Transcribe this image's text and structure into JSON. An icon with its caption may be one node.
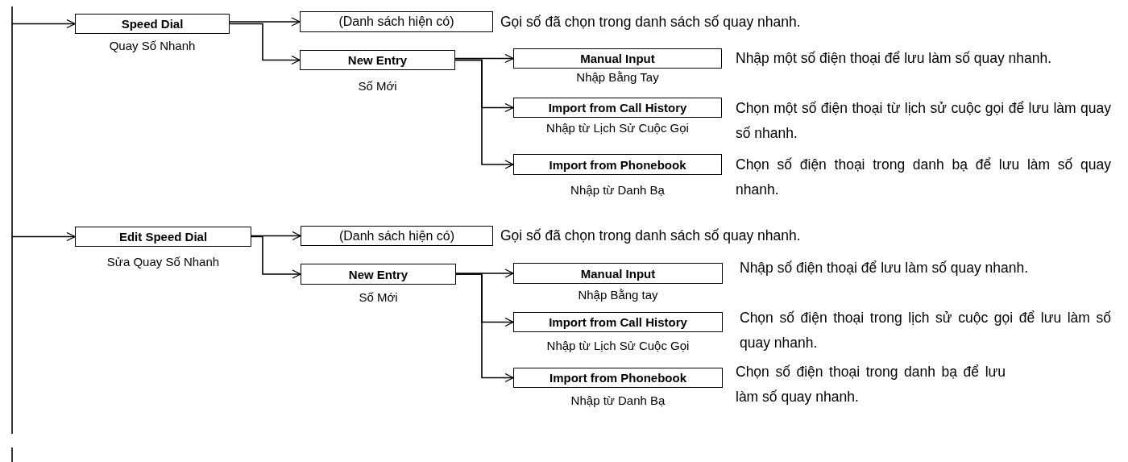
{
  "diagram": {
    "nodes": [
      {
        "text": [
          "Speed Dial"
        ],
        "beside": [
          "Quay Số Nhanh"
        ]
      },
      {
        "text": [
          "(Danh sách hiện có)"
        ],
        "beside": [
          "Gọi số đã chọn trong danh sách số quay nhanh."
        ]
      },
      {
        "text": [
          "New Entry"
        ],
        "beside": [
          "Số Mới"
        ]
      },
      {
        "text": [
          "Manual Input"
        ],
        "beside": [
          "Nhập Bằng Tay",
          "Nhập một số điện thoại để lưu làm số quay nhanh."
        ]
      },
      {
        "text": [
          "Import from Call History"
        ],
        "beside": [
          "Nhập từ Lịch Sử Cuộc Gọi",
          "Chọn một số điện thoại từ lịch sử cuộc gọi để lưu làm quay số nhanh."
        ]
      },
      {
        "text": [
          "Import from Phonebook"
        ],
        "beside": [
          "Nhập từ Danh Bạ",
          "Chọn số điện thoại trong danh bạ để lưu làm số quay nhanh."
        ]
      },
      {
        "text": [
          "Edit Speed Dial"
        ],
        "beside": [
          "Sửa Quay Số Nhanh"
        ]
      },
      {
        "text": [
          "(Danh sách hiện có)"
        ],
        "beside": [
          "Gọi số đã chọn trong danh sách số quay nhanh."
        ]
      },
      {
        "text": [
          "New Entry"
        ],
        "beside": [
          "Số Mới"
        ]
      },
      {
        "text": [
          "Manual Input"
        ],
        "beside": [
          "Nhập Bằng tay",
          "Nhập số điện thoại để lưu làm số quay nhanh."
        ]
      },
      {
        "text": [
          "Import from Call History"
        ],
        "beside": [
          "Nhập từ Lịch Sử Cuộc Gọi",
          "Chọn số điện thoại trong lịch sử cuộc gọi để lưu làm số quay nhanh."
        ]
      },
      {
        "text": [
          "Import from Phonebook"
        ],
        "beside": [
          "Nhập từ Danh Bạ",
          "Chọn số điện thoại trong danh bạ để lưu làm số quay nhanh."
        ]
      }
    ],
    "edges": [
      {
        "from": null,
        "to": 0,
        "arrow": "to"
      },
      {
        "from": 0,
        "to": 1,
        "arrow": "to"
      },
      {
        "from": 0,
        "to": 2,
        "arrow": "to"
      },
      {
        "from": 2,
        "to": 3,
        "arrow": "to"
      },
      {
        "from": 2,
        "to": 4,
        "arrow": "to"
      },
      {
        "from": 2,
        "to": 5,
        "arrow": "to"
      },
      {
        "from": null,
        "to": 6,
        "arrow": "to"
      },
      {
        "from": 6,
        "to": 7,
        "arrow": "to"
      },
      {
        "from": 6,
        "to": 8,
        "arrow": "to"
      },
      {
        "from": 8,
        "to": 9,
        "arrow": "to"
      },
      {
        "from": 8,
        "to": 10,
        "arrow": "to"
      },
      {
        "from": 8,
        "to": 11,
        "arrow": "to"
      }
    ]
  }
}
